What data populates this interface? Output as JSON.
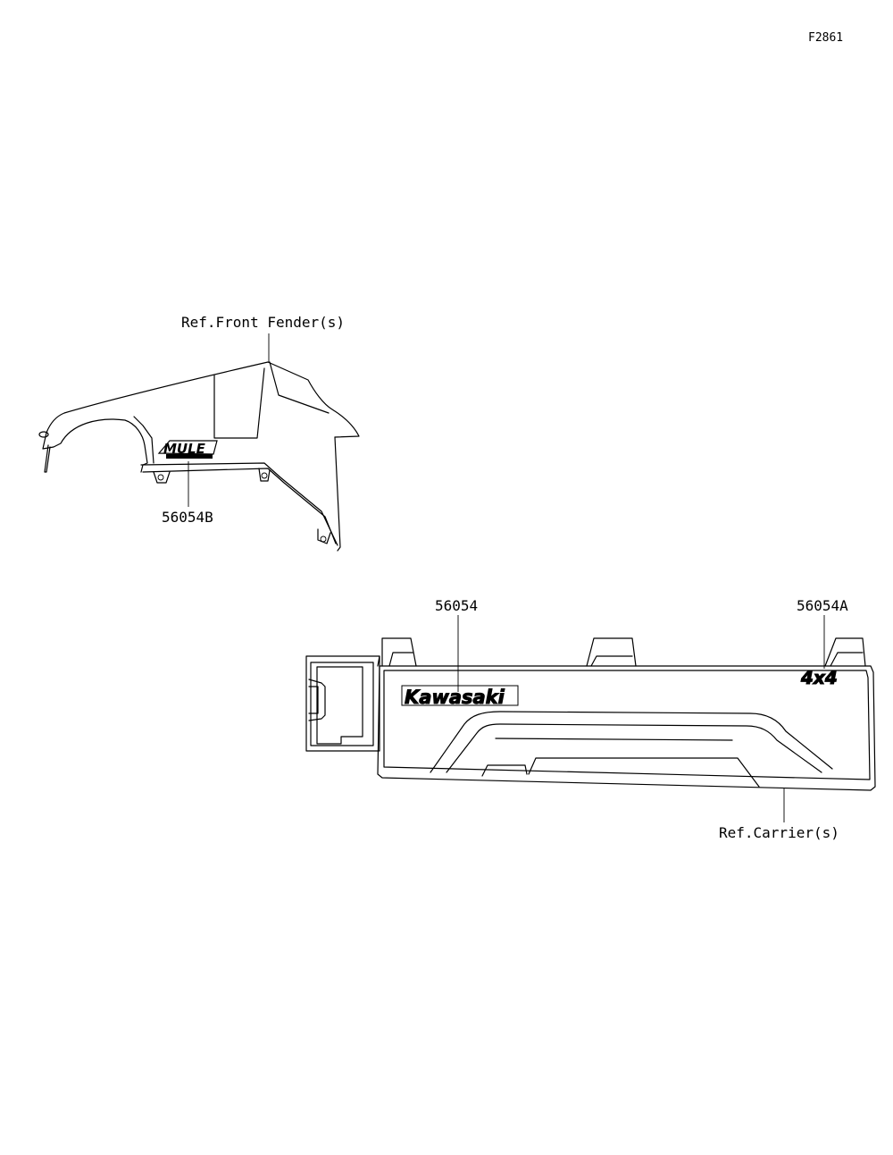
{
  "figure_id": "F2861",
  "labels": {
    "ref_front_fender": "Ref.Front Fender(s)",
    "part_56054B": "56054B",
    "part_56054": "56054",
    "part_56054A": "56054A",
    "ref_carrier": "Ref.Carrier(s)"
  },
  "decals": {
    "mule": "MULE",
    "kawasaki": "Kawasaki",
    "four_by_four": "4x4"
  }
}
